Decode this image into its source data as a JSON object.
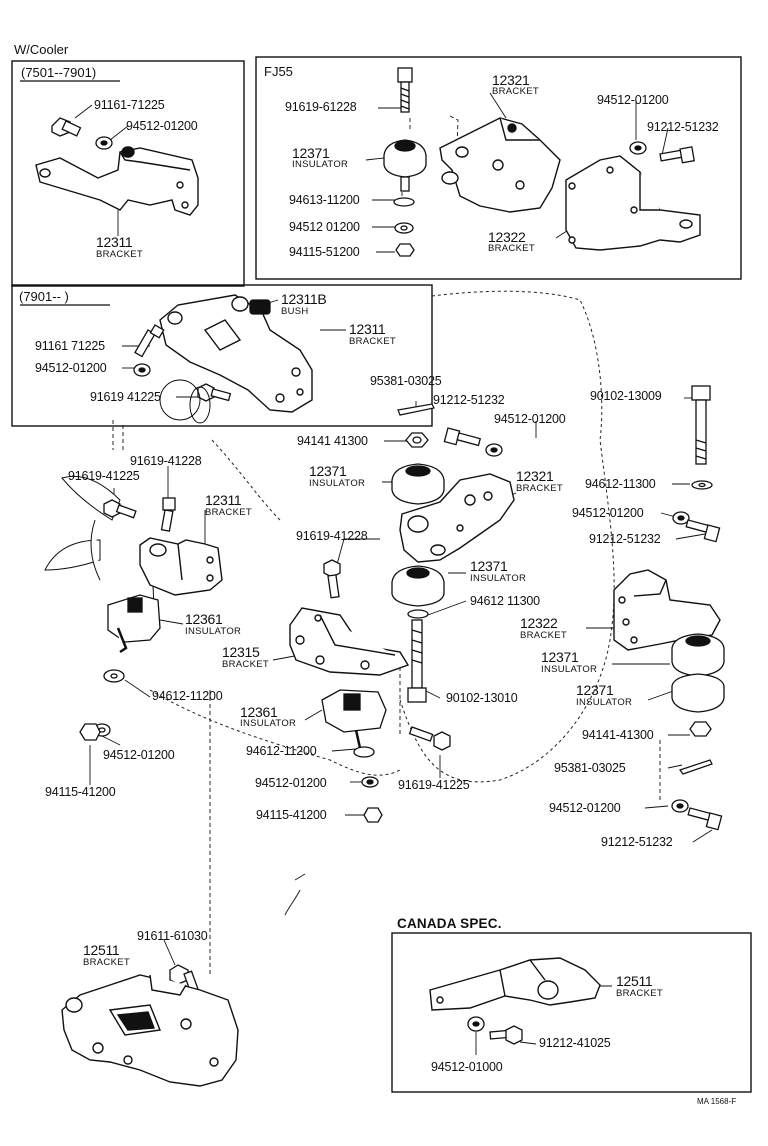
{
  "headers": {
    "w_cooler": "W/Cooler",
    "range1": "(7501--7901)",
    "fj55": "FJ55",
    "range2": "(7901--     )",
    "canada": "CANADA SPEC.",
    "code": "MA 1568-F"
  },
  "labels": {
    "p91161_71225_a": "91161-71225",
    "p94512_01200_a": "94512-01200",
    "p12311_a": "12311",
    "n_bracket_a": "BRACKET",
    "p91619_61228": "91619-61228",
    "p12321_a": "12321",
    "n_bracket_b": "BRACKET",
    "p94512_01200_b": "94512-01200",
    "p91212_51232_a": "91212-51232",
    "p12371_a": "12371",
    "n_insulator_a": "INSULATOR",
    "p94613_11200": "94613-11200",
    "p94512_01200_c": "94512 01200",
    "p94115_51200": "94115-51200",
    "p12322_a": "12322",
    "n_bracket_c": "BRACKET",
    "p12311B": "12311B",
    "n_bush": "BUSH",
    "p12311_b": "12311",
    "n_bracket_d": "BRACKET",
    "p91161_71225_b": "91161 71225",
    "p94512_01200_d": "94512-01200",
    "p91619_41225_a": "91619 41225",
    "p95381_03025_a": "95381-03025",
    "p91212_51232_b": "91212-51232",
    "p94512_01200_e": "94512-01200",
    "p94141_41300_a": "94141 41300",
    "p90102_13009": "90102-13009",
    "p12371_b": "12371",
    "n_insulator_b": "INSULATOR",
    "p12321_b": "12321",
    "n_bracket_e": "BRACKET",
    "p94612_11300_a": "94612-11300",
    "p94512_01200_f": "94512-01200",
    "p91212_51232_c": "91212-51232",
    "p91619_41228_a": "91619-41228",
    "p91619_41225_b": "91619-41225",
    "p12311_c": "12311",
    "n_bracket_f": "BRACKET",
    "p91619_41228_b": "91619-41228",
    "p12371_c": "12371",
    "n_insulator_c": "INSULATOR",
    "p94612_11300_b": "94612 11300",
    "p12361_a": "12361",
    "n_insulator_d": "INSULATOR",
    "p12315": "12315",
    "n_bracket_g": "BRACKET",
    "p12322_b": "12322",
    "n_bracket_h": "BRACKET",
    "p12371_d": "12371",
    "n_insulator_e": "INSULATOR",
    "p12371_e": "12371",
    "n_insulator_f": "INSULATOR",
    "p94612_11200_a": "94612-11200",
    "p90102_13010": "90102-13010",
    "p12361_b": "12361",
    "n_insulator_g": "INSULATOR",
    "p94612_11200_b": "94612-11200",
    "p94512_01200_g": "94512-01200",
    "p94141_41300_b": "94141-41300",
    "p94512_01200_h": "94512-01200",
    "p91619_41225_c": "91619-41225",
    "p95381_03025_b": "95381-03025",
    "p94115_41200_a": "94115-41200",
    "p94115_41200_b": "94115-41200",
    "p94512_01200_i": "94512-01200",
    "p91212_51232_d": "91212-51232",
    "p12511_a": "12511",
    "n_bracket_i": "BRACKET",
    "p91611_61030": "91611-61030",
    "p12511_b": "12511",
    "n_bracket_j": "BRACKET",
    "p91212_41025": "91212-41025",
    "p94512_01000": "94512-01000"
  }
}
